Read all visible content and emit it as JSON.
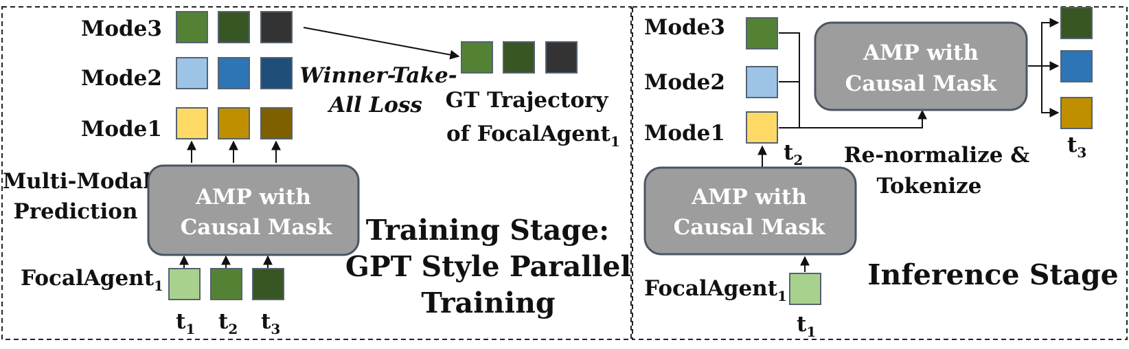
{
  "colors": {
    "panel_border": "#222222",
    "amp_fill": "#9d9d9d",
    "amp_stroke": "#4b5563",
    "token_stroke": "#556270",
    "green_light": "#a9d18e",
    "green_mid": "#548235",
    "green_dark": "#375623",
    "dark_gray": "#333333",
    "blue_light": "#9dc3e6",
    "blue_mid": "#2e75b6",
    "blue_dark": "#1f4e79",
    "yellow_light": "#ffd966",
    "gold_mid": "#bf8f00",
    "brown_dark": "#7f6000"
  },
  "training": {
    "modes": [
      "Mode3",
      "Mode2",
      "Mode1"
    ],
    "amp_box": {
      "line1": "AMP with",
      "line2": "Causal Mask"
    },
    "multimodal_label": {
      "line1": "Multi-Modal",
      "line2": "Prediction"
    },
    "focal_agent": {
      "base": "FocalAgent",
      "subscript": "1"
    },
    "time_steps": [
      {
        "base": "t",
        "subscript": "1"
      },
      {
        "base": "t",
        "subscript": "2"
      },
      {
        "base": "t",
        "subscript": "3"
      }
    ],
    "loss_label": {
      "line1": "Winner-Take-",
      "line2": "All Loss"
    },
    "gt_label": {
      "line1": "GT Trajectory",
      "line2_base": "of FocalAgent",
      "line2_subscript": "1"
    },
    "stage_title": {
      "line1": "Training Stage:",
      "line2": "GPT Style Parallel",
      "line3": "Training"
    }
  },
  "inference": {
    "modes": [
      "Mode3",
      "Mode2",
      "Mode1"
    ],
    "amp_box_lower": {
      "line1": "AMP with",
      "line2": "Causal Mask"
    },
    "amp_box_upper": {
      "line1": "AMP with",
      "line2": "Causal Mask"
    },
    "renorm_label": {
      "line1": "Re-normalize &",
      "line2": "Tokenize"
    },
    "focal_agent": {
      "base": "FocalAgent",
      "subscript": "1"
    },
    "t1": {
      "base": "t",
      "subscript": "1"
    },
    "t2": {
      "base": "t",
      "subscript": "2"
    },
    "t3": {
      "base": "t",
      "subscript": "3"
    },
    "stage_title": "Inference Stage"
  }
}
